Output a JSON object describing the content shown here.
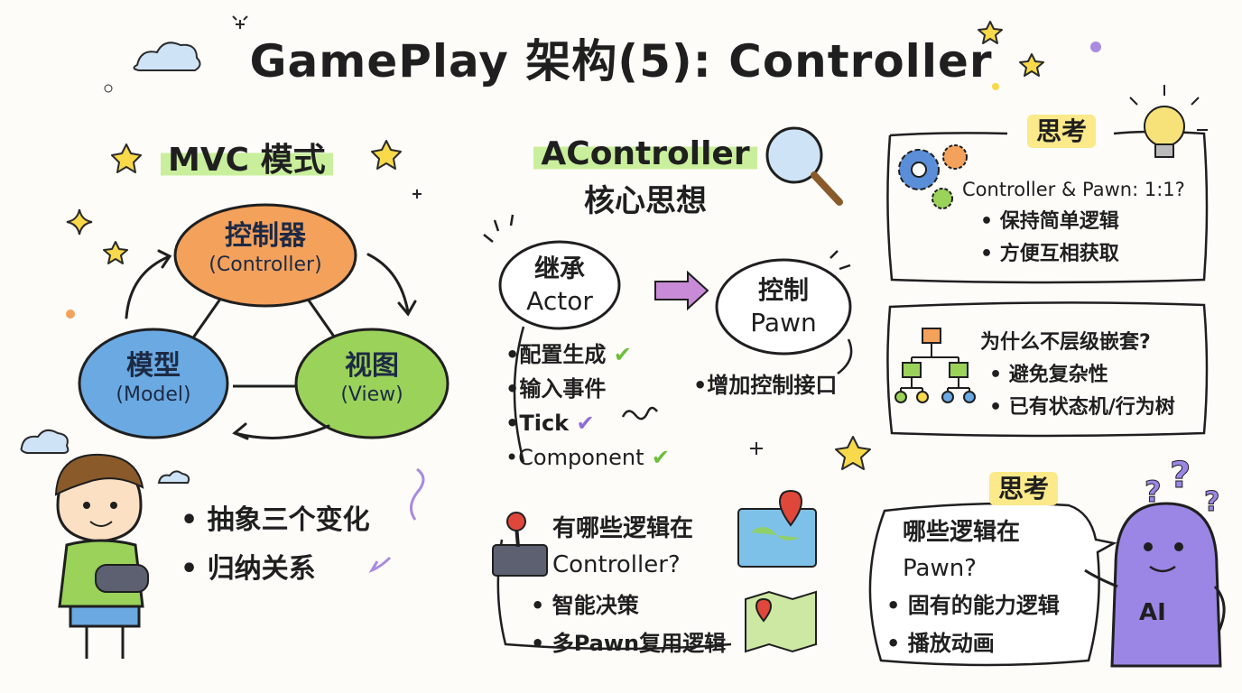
{
  "title": "GamePlay 架构(5): Controller",
  "mvc": {
    "heading": "MVC 模式",
    "controller": {
      "cn": "控制器",
      "en": "(Controller)"
    },
    "model": {
      "cn": "模型",
      "en": "(Model)"
    },
    "view": {
      "cn": "视图",
      "en": "(View)"
    },
    "notes": [
      "• 抽象三个变化",
      "• 归纳关系"
    ]
  },
  "acontroller": {
    "heading_line1": "AController",
    "heading_line2": "核心思想",
    "inherit": {
      "line1": "继承",
      "line2": "Actor"
    },
    "control": {
      "line1": "控制",
      "line2": "Pawn"
    },
    "inherit_items": [
      "•配置生成",
      "•输入事件",
      "•Tick",
      "•Component"
    ],
    "control_items": [
      "•增加控制接口"
    ],
    "question": {
      "line1": "有哪些逻辑在",
      "line2": "Controller?"
    },
    "question_items": [
      "• 智能决策",
      "• 多Pawn复用逻辑"
    ]
  },
  "think1": {
    "label": "思考",
    "question": "Controller & Pawn: 1:1?",
    "items": [
      "• 保持简单逻辑",
      "• 方便互相获取"
    ]
  },
  "think2": {
    "question": "为什么不层级嵌套?",
    "items": [
      "• 避免复杂性",
      "• 已有状态机/行为树"
    ]
  },
  "think3": {
    "label": "思考",
    "question_line1": "哪些逻辑在",
    "question_line2": "Pawn?",
    "items": [
      "• 固有的能力逻辑",
      "• 播放动画"
    ],
    "robot_label": "AI"
  },
  "colors": {
    "controller": "#f4a15c",
    "model": "#6aa9e2",
    "view": "#9ad25a",
    "highlight_green": "#c9ef9c",
    "highlight_yellow": "#fbe98a",
    "robot": "#9b86e6"
  }
}
